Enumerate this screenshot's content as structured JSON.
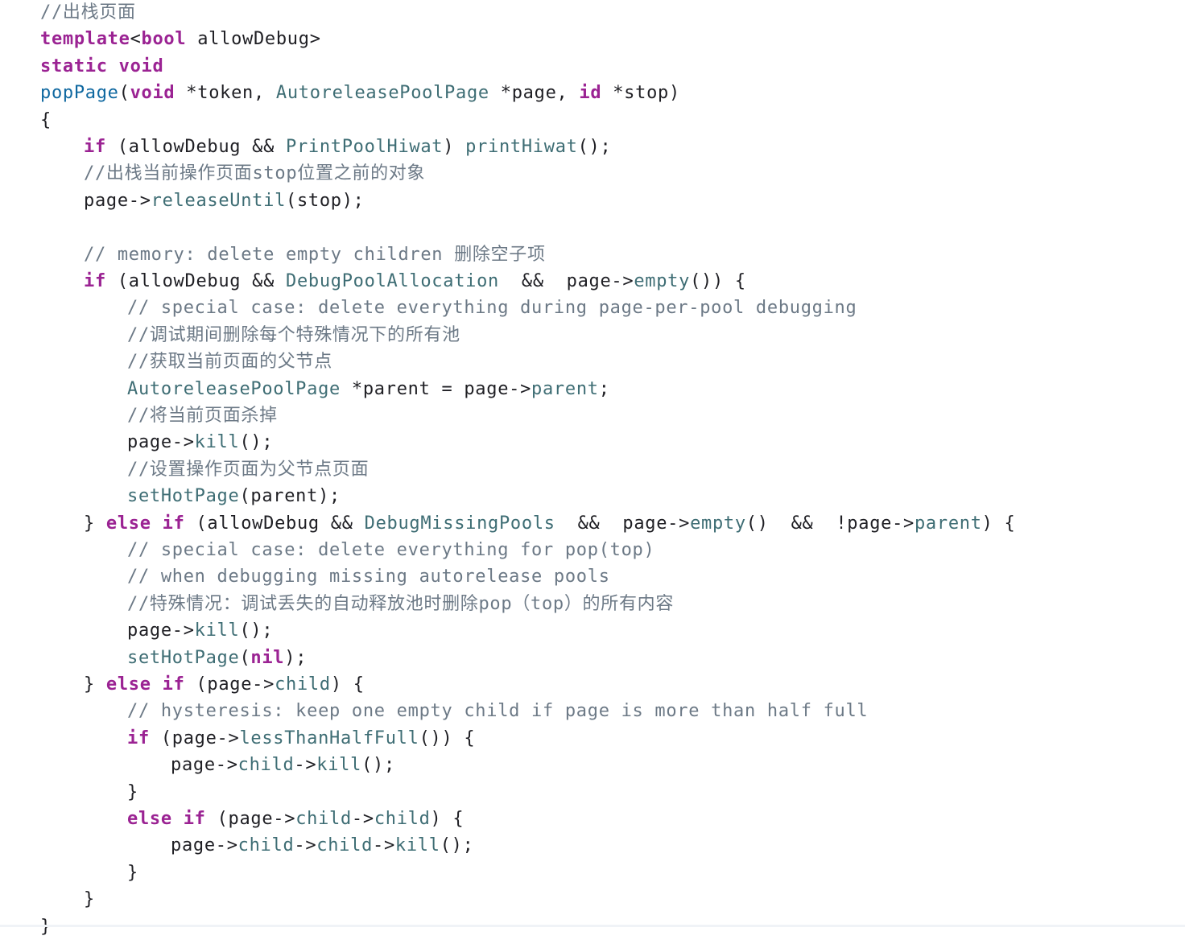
{
  "editor": {
    "colors": {
      "background": "#ffffff",
      "plain": "#1f1f24",
      "keyword": "#9b2393",
      "type": "#3e6d74",
      "function": "#3e6d74",
      "member": "#3e6d74",
      "declaration": "#0f68a0",
      "comment": "#6c7986"
    },
    "lines": [
      {
        "indent": 0,
        "tokens": [
          [
            "comment",
            "//出栈页面"
          ]
        ]
      },
      {
        "indent": 0,
        "tokens": [
          [
            "keyword",
            "template"
          ],
          [
            "plain",
            "<"
          ],
          [
            "keyword",
            "bool"
          ],
          [
            "plain",
            " allowDebug>"
          ]
        ]
      },
      {
        "indent": 0,
        "tokens": [
          [
            "keyword",
            "static"
          ],
          [
            "plain",
            " "
          ],
          [
            "keyword",
            "void"
          ]
        ]
      },
      {
        "indent": 0,
        "tokens": [
          [
            "decl",
            "popPage"
          ],
          [
            "plain",
            "("
          ],
          [
            "keyword",
            "void"
          ],
          [
            "plain",
            " *token, "
          ],
          [
            "type",
            "AutoreleasePoolPage"
          ],
          [
            "plain",
            " *page, "
          ],
          [
            "keyword",
            "id"
          ],
          [
            "plain",
            " *stop)"
          ]
        ]
      },
      {
        "indent": 0,
        "tokens": [
          [
            "plain",
            "{"
          ]
        ]
      },
      {
        "indent": 1,
        "tokens": [
          [
            "keyword",
            "if"
          ],
          [
            "plain",
            " (allowDebug && "
          ],
          [
            "type",
            "PrintPoolHiwat"
          ],
          [
            "plain",
            ") "
          ],
          [
            "func",
            "printHiwat"
          ],
          [
            "plain",
            "();"
          ]
        ]
      },
      {
        "indent": 1,
        "tokens": [
          [
            "comment",
            "//出栈当前操作页面stop位置之前的对象"
          ]
        ]
      },
      {
        "indent": 1,
        "tokens": [
          [
            "plain",
            "page->"
          ],
          [
            "func",
            "releaseUntil"
          ],
          [
            "plain",
            "(stop);"
          ]
        ]
      },
      {
        "indent": 0,
        "tokens": []
      },
      {
        "indent": 1,
        "tokens": [
          [
            "comment",
            "// memory: delete empty children 删除空子项"
          ]
        ]
      },
      {
        "indent": 1,
        "tokens": [
          [
            "keyword",
            "if"
          ],
          [
            "plain",
            " (allowDebug && "
          ],
          [
            "type",
            "DebugPoolAllocation"
          ],
          [
            "plain",
            "  &&  page->"
          ],
          [
            "func",
            "empty"
          ],
          [
            "plain",
            "()) {"
          ]
        ]
      },
      {
        "indent": 2,
        "tokens": [
          [
            "comment",
            "// special case: delete everything during page-per-pool debugging"
          ]
        ]
      },
      {
        "indent": 2,
        "tokens": [
          [
            "comment",
            "//调试期间删除每个特殊情况下的所有池"
          ]
        ]
      },
      {
        "indent": 2,
        "tokens": [
          [
            "comment",
            "//获取当前页面的父节点"
          ]
        ]
      },
      {
        "indent": 2,
        "tokens": [
          [
            "type",
            "AutoreleasePoolPage"
          ],
          [
            "plain",
            " *parent = page->"
          ],
          [
            "member",
            "parent"
          ],
          [
            "plain",
            ";"
          ]
        ]
      },
      {
        "indent": 2,
        "tokens": [
          [
            "comment",
            "//将当前页面杀掉"
          ]
        ]
      },
      {
        "indent": 2,
        "tokens": [
          [
            "plain",
            "page->"
          ],
          [
            "func",
            "kill"
          ],
          [
            "plain",
            "();"
          ]
        ]
      },
      {
        "indent": 2,
        "tokens": [
          [
            "comment",
            "//设置操作页面为父节点页面"
          ]
        ]
      },
      {
        "indent": 2,
        "tokens": [
          [
            "func",
            "setHotPage"
          ],
          [
            "plain",
            "(parent);"
          ]
        ]
      },
      {
        "indent": 1,
        "tokens": [
          [
            "plain",
            "} "
          ],
          [
            "keyword",
            "else"
          ],
          [
            "plain",
            " "
          ],
          [
            "keyword",
            "if"
          ],
          [
            "plain",
            " (allowDebug && "
          ],
          [
            "type",
            "DebugMissingPools"
          ],
          [
            "plain",
            "  &&  page->"
          ],
          [
            "func",
            "empty"
          ],
          [
            "plain",
            "()  &&  !page->"
          ],
          [
            "member",
            "parent"
          ],
          [
            "plain",
            ") {"
          ]
        ]
      },
      {
        "indent": 2,
        "tokens": [
          [
            "comment",
            "// special case: delete everything for pop(top)"
          ]
        ]
      },
      {
        "indent": 2,
        "tokens": [
          [
            "comment",
            "// when debugging missing autorelease pools"
          ]
        ]
      },
      {
        "indent": 2,
        "tokens": [
          [
            "comment",
            "//特殊情况：调试丢失的自动释放池时删除pop（top）的所有内容"
          ]
        ]
      },
      {
        "indent": 2,
        "tokens": [
          [
            "plain",
            "page->"
          ],
          [
            "func",
            "kill"
          ],
          [
            "plain",
            "();"
          ]
        ]
      },
      {
        "indent": 2,
        "tokens": [
          [
            "func",
            "setHotPage"
          ],
          [
            "plain",
            "("
          ],
          [
            "keyword",
            "nil"
          ],
          [
            "plain",
            ");"
          ]
        ]
      },
      {
        "indent": 1,
        "tokens": [
          [
            "plain",
            "} "
          ],
          [
            "keyword",
            "else"
          ],
          [
            "plain",
            " "
          ],
          [
            "keyword",
            "if"
          ],
          [
            "plain",
            " (page->"
          ],
          [
            "member",
            "child"
          ],
          [
            "plain",
            ") {"
          ]
        ]
      },
      {
        "indent": 2,
        "tokens": [
          [
            "comment",
            "// hysteresis: keep one empty child if page is more than half full"
          ]
        ]
      },
      {
        "indent": 2,
        "tokens": [
          [
            "keyword",
            "if"
          ],
          [
            "plain",
            " (page->"
          ],
          [
            "func",
            "lessThanHalfFull"
          ],
          [
            "plain",
            "()) {"
          ]
        ]
      },
      {
        "indent": 3,
        "tokens": [
          [
            "plain",
            "page->"
          ],
          [
            "member",
            "child"
          ],
          [
            "plain",
            "->"
          ],
          [
            "func",
            "kill"
          ],
          [
            "plain",
            "();"
          ]
        ]
      },
      {
        "indent": 2,
        "tokens": [
          [
            "plain",
            "}"
          ]
        ]
      },
      {
        "indent": 2,
        "tokens": [
          [
            "keyword",
            "else"
          ],
          [
            "plain",
            " "
          ],
          [
            "keyword",
            "if"
          ],
          [
            "plain",
            " (page->"
          ],
          [
            "member",
            "child"
          ],
          [
            "plain",
            "->"
          ],
          [
            "member",
            "child"
          ],
          [
            "plain",
            ") {"
          ]
        ]
      },
      {
        "indent": 3,
        "tokens": [
          [
            "plain",
            "page->"
          ],
          [
            "member",
            "child"
          ],
          [
            "plain",
            "->"
          ],
          [
            "member",
            "child"
          ],
          [
            "plain",
            "->"
          ],
          [
            "func",
            "kill"
          ],
          [
            "plain",
            "();"
          ]
        ]
      },
      {
        "indent": 2,
        "tokens": [
          [
            "plain",
            "}"
          ]
        ]
      },
      {
        "indent": 1,
        "tokens": [
          [
            "plain",
            "}"
          ]
        ]
      },
      {
        "indent": 0,
        "tokens": [
          [
            "plain",
            "}"
          ]
        ]
      }
    ]
  }
}
